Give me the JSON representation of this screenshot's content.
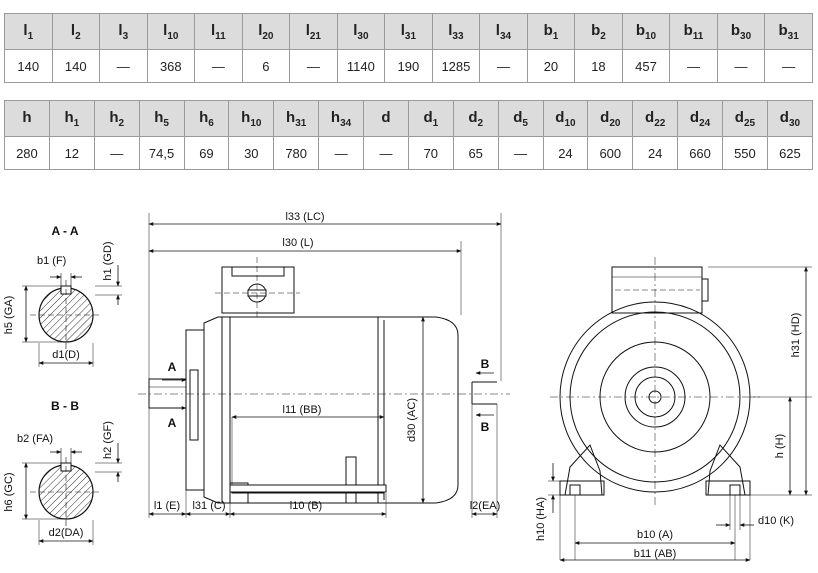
{
  "table1": {
    "headers": [
      {
        "base": "l",
        "sub": "1"
      },
      {
        "base": "l",
        "sub": "2"
      },
      {
        "base": "l",
        "sub": "3"
      },
      {
        "base": "l",
        "sub": "10"
      },
      {
        "base": "l",
        "sub": "11"
      },
      {
        "base": "l",
        "sub": "20"
      },
      {
        "base": "l",
        "sub": "21"
      },
      {
        "base": "l",
        "sub": "30"
      },
      {
        "base": "l",
        "sub": "31"
      },
      {
        "base": "l",
        "sub": "33"
      },
      {
        "base": "l",
        "sub": "34"
      },
      {
        "base": "b",
        "sub": "1"
      },
      {
        "base": "b",
        "sub": "2"
      },
      {
        "base": "b",
        "sub": "10"
      },
      {
        "base": "b",
        "sub": "11"
      },
      {
        "base": "b",
        "sub": "30"
      },
      {
        "base": "b",
        "sub": "31"
      }
    ],
    "values": [
      "140",
      "140",
      "—",
      "368",
      "—",
      "6",
      "—",
      "1140",
      "190",
      "1285",
      "—",
      "20",
      "18",
      "457",
      "—",
      "—",
      "—"
    ]
  },
  "table2": {
    "headers": [
      {
        "base": "h",
        "sub": ""
      },
      {
        "base": "h",
        "sub": "1"
      },
      {
        "base": "h",
        "sub": "2"
      },
      {
        "base": "h",
        "sub": "5"
      },
      {
        "base": "h",
        "sub": "6"
      },
      {
        "base": "h",
        "sub": "10"
      },
      {
        "base": "h",
        "sub": "31"
      },
      {
        "base": "h",
        "sub": "34"
      },
      {
        "base": "d",
        "sub": ""
      },
      {
        "base": "d",
        "sub": "1"
      },
      {
        "base": "d",
        "sub": "2"
      },
      {
        "base": "d",
        "sub": "5"
      },
      {
        "base": "d",
        "sub": "10"
      },
      {
        "base": "d",
        "sub": "20"
      },
      {
        "base": "d",
        "sub": "22"
      },
      {
        "base": "d",
        "sub": "24"
      },
      {
        "base": "d",
        "sub": "25"
      },
      {
        "base": "d",
        "sub": "30"
      }
    ],
    "values": [
      "280",
      "12",
      "—",
      "74,5",
      "69",
      "30",
      "780",
      "—",
      "—",
      "70",
      "65",
      "—",
      "24",
      "600",
      "24",
      "660",
      "550",
      "625"
    ]
  },
  "drawing": {
    "section_aa": {
      "title": "A - A",
      "b1": "b1 (F)",
      "h1": "h1 (GD)",
      "h5": "h5 (GA)",
      "d1": "d1(D)"
    },
    "section_bb": {
      "title": "B - B",
      "b2": "b2 (FA)",
      "h2": "h2 (GF)",
      "h6": "h6 (GC)",
      "d2": "d2(DA)"
    },
    "side": {
      "l33": "l33 (LC)",
      "l30": "l30 (L)",
      "l11": "l11 (BB)",
      "l1": "l1 (E)",
      "l31": "l31 (C)",
      "l10": "l10 (B)",
      "l2": "l2(EA)",
      "d30": "d30 (AC)",
      "mark_a": "A",
      "mark_b": "B"
    },
    "front": {
      "h31": "h31 (HD)",
      "h": "h (H)",
      "h10": "h10 (HA)",
      "d10": "d10 (K)",
      "b10": "b10 (A)",
      "b11": "b11 (AB)"
    }
  }
}
